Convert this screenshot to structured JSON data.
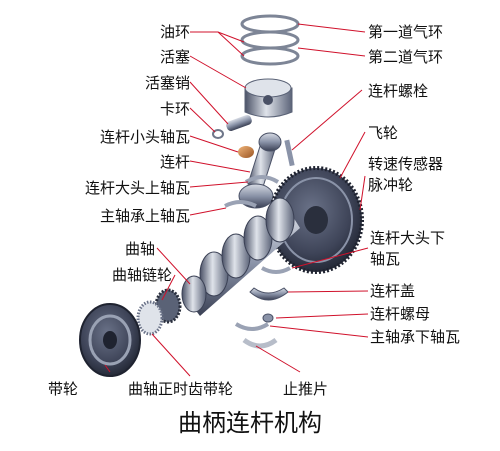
{
  "title": "曲柄连杆机构",
  "colors": {
    "leader_line": "#d0112b",
    "metal_dark": "#3c4256",
    "metal_mid": "#7e879d",
    "metal_light": "#c9ced9",
    "bearing_copper": "#c9793a",
    "text": "#111111"
  },
  "labels": {
    "oil_ring": "油环",
    "piston": "活塞",
    "piston_pin": "活塞销",
    "snap_ring": "卡环",
    "small_end_bushing": "连杆小头轴瓦",
    "connecting_rod": "连杆",
    "big_end_upper_bearing": "连杆大头上轴瓦",
    "main_upper_bearing": "主轴承上轴瓦",
    "crankshaft": "曲轴",
    "crank_sprocket": "曲轴链轮",
    "pulley": "带轮",
    "timing_pulley": "曲轴正时齿带轮",
    "thrust_washer": "止推片",
    "first_compression_ring": "第一道气环",
    "second_compression_ring": "第二道气环",
    "rod_bolt": "连杆螺栓",
    "flywheel": "飞轮",
    "speed_sensor_line1": "转速传感器",
    "speed_sensor_line2": "脉冲轮",
    "big_end_lower_line1": "连杆大头下",
    "big_end_lower_line2": "轴瓦",
    "rod_cap": "连杆盖",
    "rod_nut": "连杆螺母",
    "main_lower_bearing": "主轴承下轴瓦"
  }
}
